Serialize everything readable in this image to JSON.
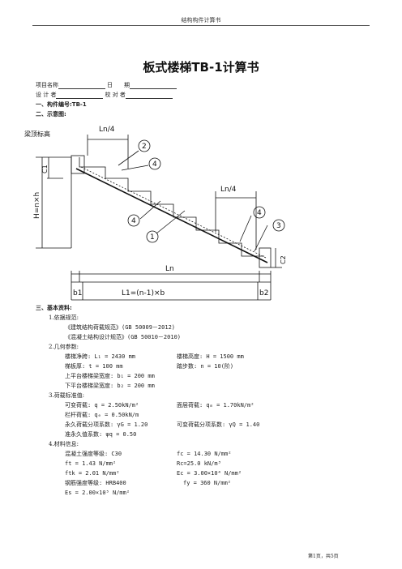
{
  "header": {
    "running_title": "结构构件计算书"
  },
  "title": "板式楼梯TB-1计算书",
  "project": {
    "name_label": "项目名称",
    "date_label": "日　　期",
    "designer_label": "设 计 者",
    "checker_label": "校 对 者"
  },
  "sections": {
    "s1": "一、构件编号:TB-1",
    "s2": "二、示意图:",
    "s3": "三、基本资料:"
  },
  "diagram_labels": {
    "top_label": "梁顶标高",
    "ln4_top": "Ln/4",
    "ln4_right": "Ln/4",
    "c1": "C1",
    "c2": "C2",
    "h_eq": "H=n×h",
    "ln": "Ln",
    "b1": "b1",
    "b2": "b2",
    "l1": "L1=(n-1)×b",
    "n1": "1",
    "n2": "2",
    "n3": "3",
    "n4a": "4",
    "n4b": "4",
    "n4c": "4"
  },
  "basic": {
    "spec_head": "1.依据规范:",
    "spec1": "《建筑结构荷载规范》(GB 50009－2012)",
    "spec2": "《混凝土结构设计规范》(GB 50010－2010)",
    "geo_head": "2.几何参数:",
    "geo_span": "楼梯净跨: L₁ = 2430 mm",
    "geo_height": "楼梯高度: H = 1500 mm",
    "geo_thick": "梯板厚: t = 100 mm",
    "geo_steps": "踏步数: n = 10(阶)",
    "geo_b1": "上平台楼梯梁宽度: b₁ = 200 mm",
    "geo_b2": "下平台楼梯梁宽度: b₂ = 200 mm",
    "load_head": "3.荷载标准值:",
    "load_q": "可变荷载: q = 2.50kN/m²",
    "load_surface": "面层荷载: qₘ = 1.70kN/m²",
    "load_rail": "栏杆荷载: qₑ = 0.50kN/m",
    "load_gg": "永久荷载分项系数: γG = 1.20",
    "load_gq": "可变荷载分项系数: γQ = 1.40",
    "load_psi": "准永久值系数: ψq = 0.50",
    "mat_head": "4.材料信息:",
    "mat_grade": "混凝土强度等级: C30",
    "mat_fc": "fc = 14.30 N/mm²",
    "mat_ft": "ft = 1.43 N/mm²",
    "mat_rc": "Rc=25.0 kN/m³",
    "mat_ftk": "ftk = 2.01 N/mm²",
    "mat_ec": "Ec = 3.00×10⁴ N/mm²",
    "mat_steel": "钢筋强度等级: HRB400",
    "mat_fy": "fy = 360 N/mm²",
    "mat_es": "Es = 2.00×10⁵ N/mm²"
  },
  "footer": {
    "page": "第1页，共5页"
  }
}
